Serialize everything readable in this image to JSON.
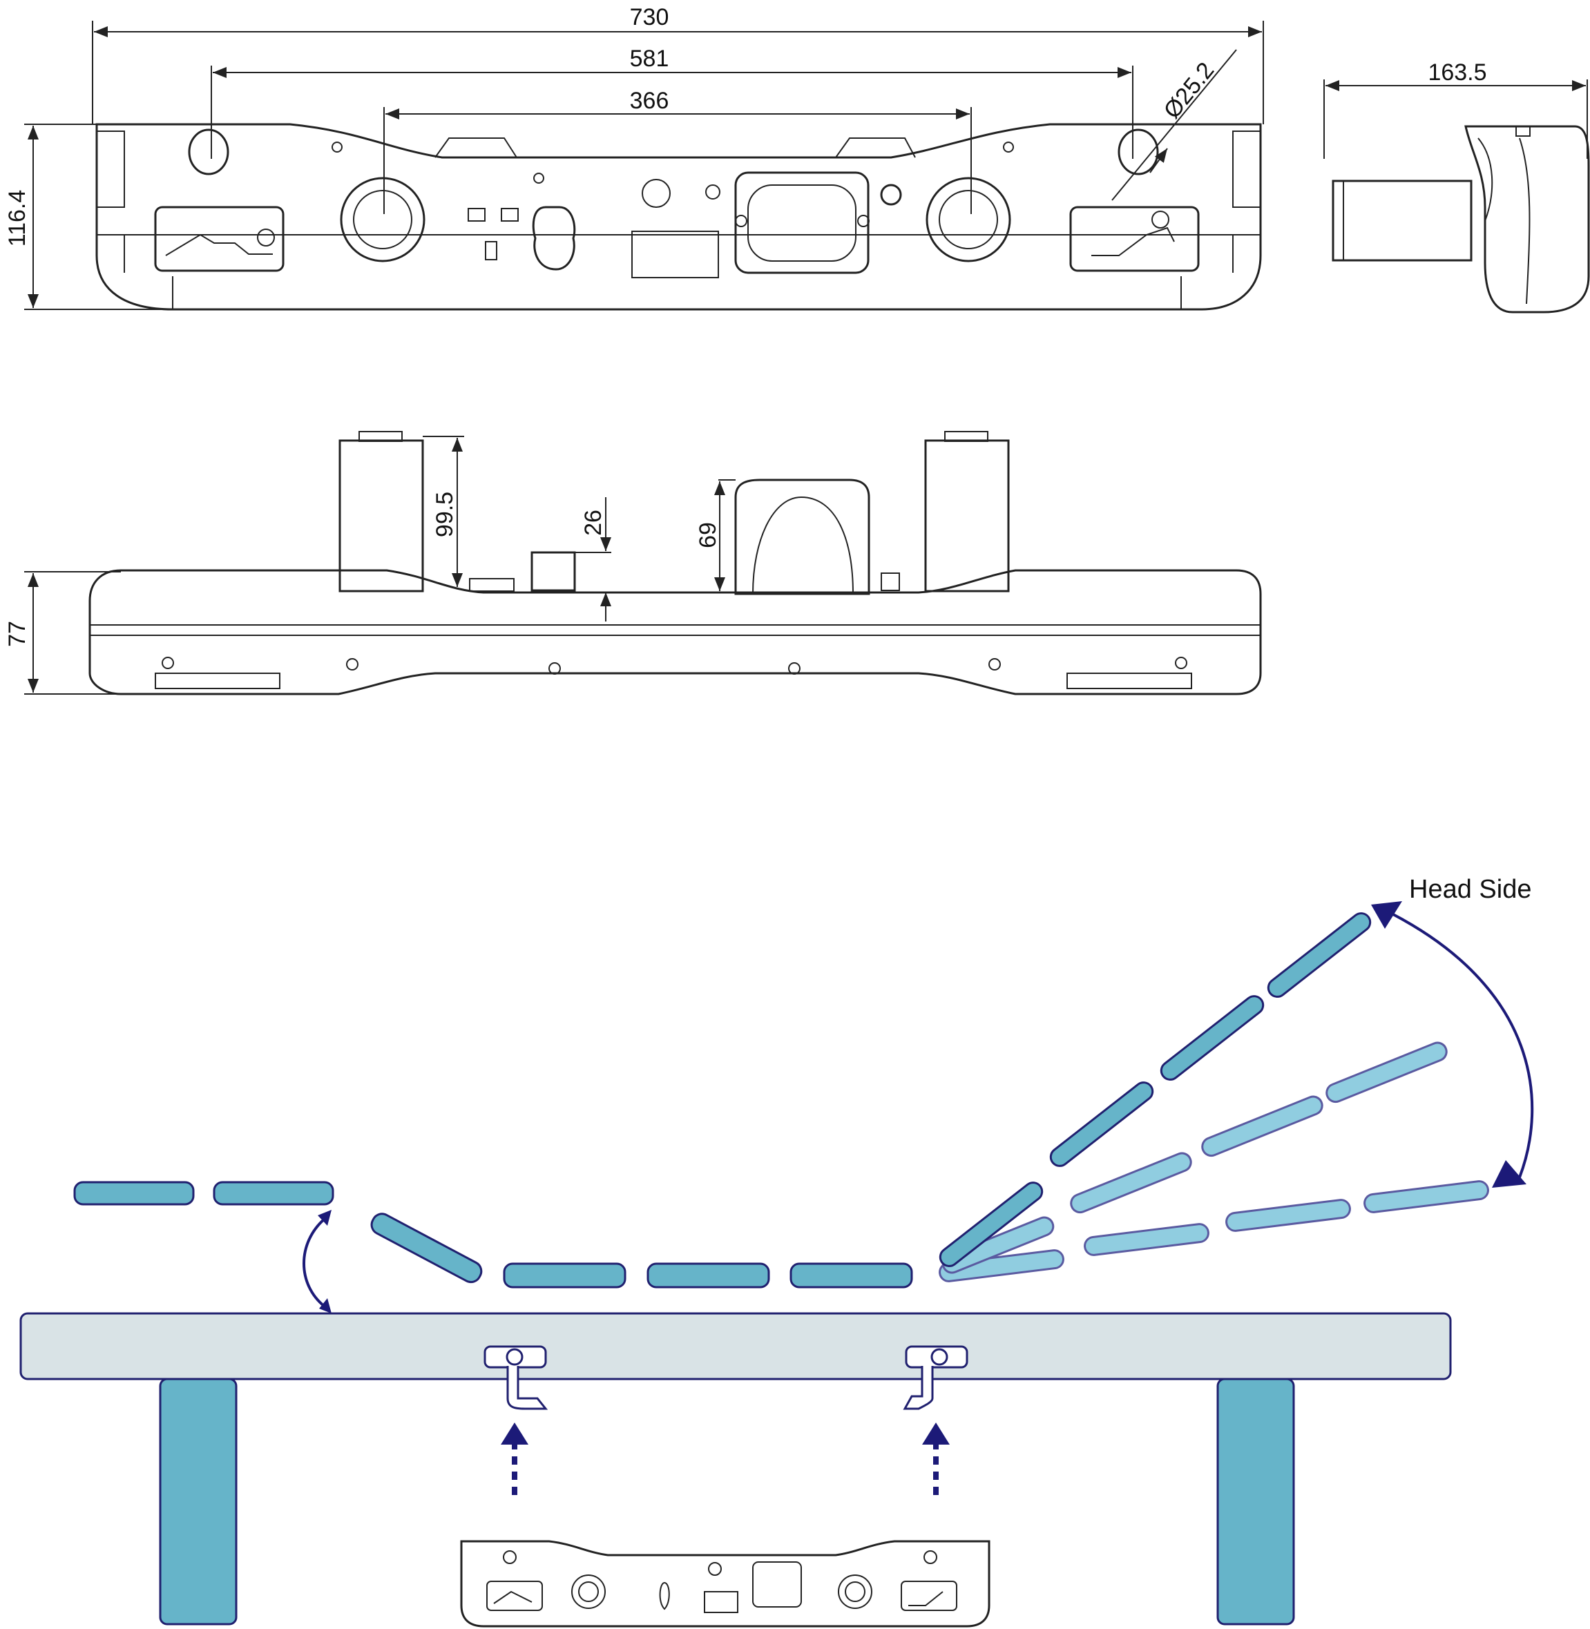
{
  "dimensions": {
    "overall_width": "730",
    "mount_width": "581",
    "inner_width": "366",
    "hole_diameter": "Ø25.2",
    "height_front": "116.4",
    "depth_side": "163.5",
    "motor_height": "99.5",
    "knob_height": "26",
    "housing_height": "69",
    "base_height": "77"
  },
  "labels": {
    "head_side": "Head Side"
  },
  "colors": {
    "slat_dark": "#66b4c9",
    "slat_light": "#90cde0",
    "frame": "#d9e3e6",
    "legs": "#66b4c9",
    "arrows": "#1c1a78"
  }
}
